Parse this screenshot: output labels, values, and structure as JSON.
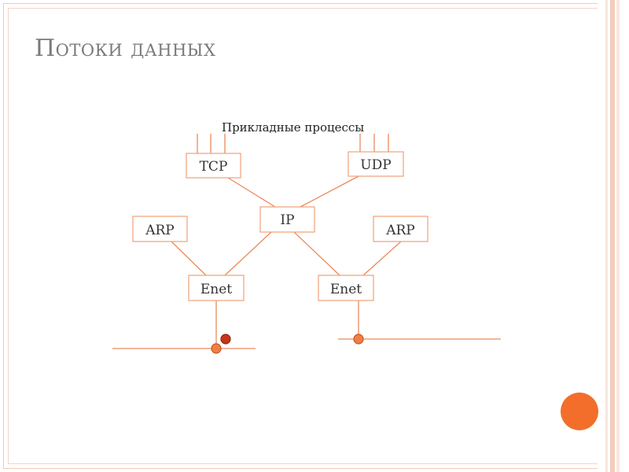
{
  "slide": {
    "title": "Потоки данных"
  },
  "diagram": {
    "caption": "Прикладные процессы",
    "nodes": {
      "tcp": "TCP",
      "udp": "UDP",
      "ip": "IP",
      "arp_left": "ARP",
      "arp_right": "ARP",
      "enet_left": "Enet",
      "enet_right": "Enet"
    },
    "colors": {
      "line": "#ec8a5e",
      "box_border": "#f0a078",
      "node_fill": "#f07f45",
      "node_stroke": "#c9551e",
      "marker_fill": "#c8341a",
      "marker_stroke": "#8a2a10",
      "accent_circle": "#f36e2a",
      "title": "#7a7a7a"
    }
  }
}
